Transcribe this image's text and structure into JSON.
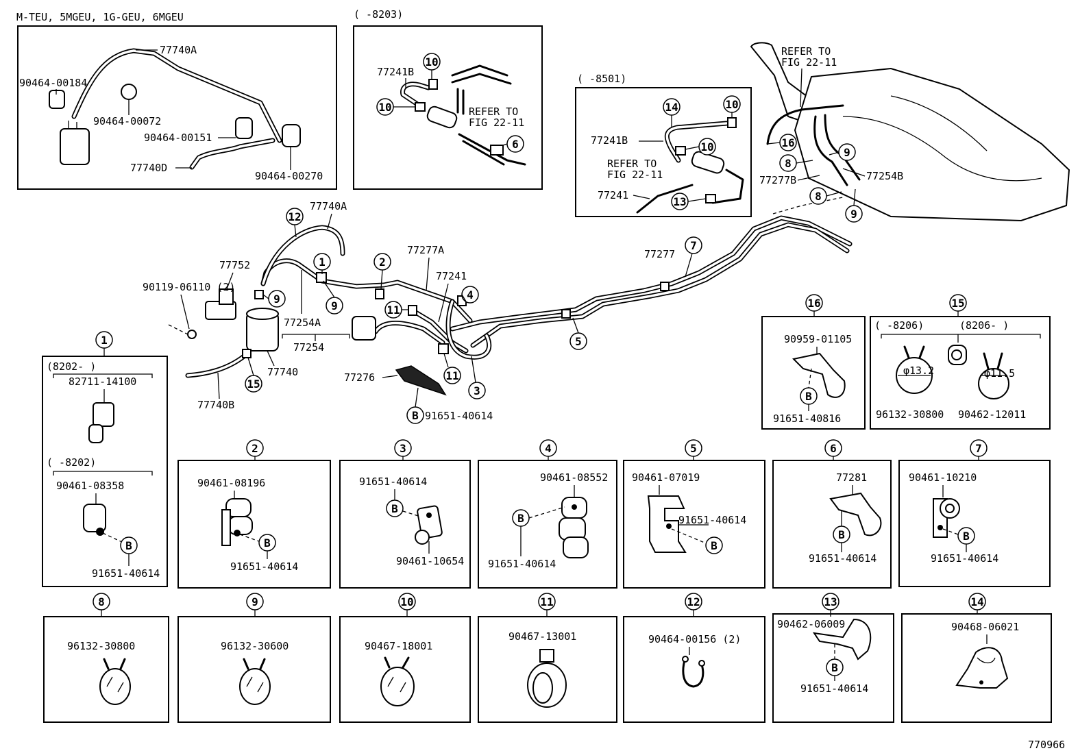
{
  "header": {
    "variant_label": "M-TEU, 5MGEU, 1G-GEU, 6MGEU",
    "range_8203": "(      -8203)",
    "range_8501": "(      -8501)",
    "figure_number": "770966"
  },
  "refer": {
    "line1": "REFER TO",
    "line2": "FIG 22-11"
  },
  "callouts": {
    "b": "B",
    "n1": "1",
    "n2": "2",
    "n3": "3",
    "n4": "4",
    "n5": "5",
    "n6": "6",
    "n7": "7",
    "n8": "8",
    "n9": "9",
    "n10": "10",
    "n11": "11",
    "n12": "12",
    "n13": "13",
    "n14": "14",
    "n15": "15",
    "n16": "16"
  },
  "main_labels": {
    "p77740A": "77740A",
    "p77752": "77752",
    "p90119": "90119-06110 (2)",
    "p77254A": "77254A",
    "p77254": "77254",
    "p77740": "77740",
    "p77740B": "77740B",
    "p77277A": "77277A",
    "p77241": "77241",
    "p77276": "77276",
    "p91651_40614": "91651-40614",
    "p77277": "77277",
    "p77277B": "77277B",
    "p77254B": "77254B"
  },
  "box_mteu": {
    "p77740A": "77740A",
    "p90464_00184": "90464-00184",
    "p90464_00072": "90464-00072",
    "p90464_00151": "90464-00151",
    "p77740D": "77740D",
    "p90464_00270": "90464-00270"
  },
  "box_8203": {
    "p77241B": "77241B"
  },
  "box_8501": {
    "p77241B": "77241B",
    "p77241": "77241"
  },
  "detail_1": {
    "range_a": "(8202-       )",
    "part_a": "82711-14100",
    "range_b": "(      -8202)",
    "part_b": "90461-08358",
    "bolt": "91651-40614"
  },
  "detail_2": {
    "part": "90461-08196",
    "bolt": "91651-40614"
  },
  "detail_3": {
    "bolt": "91651-40614",
    "part": "90461-10654"
  },
  "detail_4": {
    "part": "90461-08552",
    "bolt": "91651-40614"
  },
  "detail_5": {
    "part": "90461-07019",
    "bolt": "91651-40614"
  },
  "detail_6": {
    "part": "77281",
    "bolt": "91651-40614"
  },
  "detail_7": {
    "part": "90461-10210",
    "bolt": "91651-40614"
  },
  "detail_8": {
    "part": "96132-30800"
  },
  "detail_9": {
    "part": "96132-30600"
  },
  "detail_10": {
    "part": "90467-18001"
  },
  "detail_11": {
    "part": "90467-13001"
  },
  "detail_12": {
    "part": "90464-00156 (2)"
  },
  "detail_13": {
    "part": "90462-06009",
    "bolt": "91651-40614"
  },
  "detail_14": {
    "part": "90468-06021"
  },
  "detail_15": {
    "range_a": "(      -8206)",
    "range_b": "(8206-      )",
    "dim_a": "φ13.2",
    "dim_b": "φ11.5",
    "part_a": "96132-30800",
    "part_b": "90462-12011"
  },
  "detail_16": {
    "part": "90959-01105",
    "bolt": "91651-40816"
  }
}
